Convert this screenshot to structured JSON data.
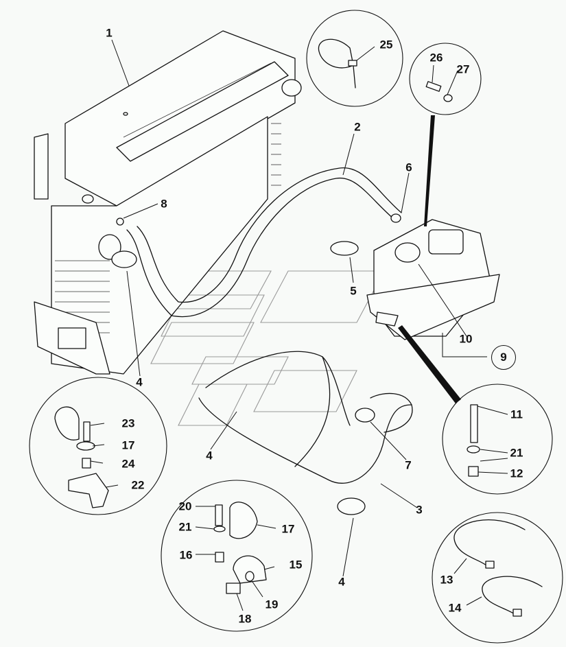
{
  "diagram": {
    "title": "",
    "type": "exploded parts diagram",
    "subject": "Radiator, coolant hoses and expansion tank",
    "callouts": {
      "c1": "1",
      "c2": "2",
      "c3": "3",
      "c4a": "4",
      "c4b": "4",
      "c4c": "4",
      "c5": "5",
      "c6": "6",
      "c7": "7",
      "c8": "8",
      "c9": "9",
      "c10": "10",
      "c11": "11",
      "c12": "12",
      "c13": "13",
      "c14": "14",
      "c15": "15",
      "c16": "16",
      "c17a": "17",
      "c17b": "17",
      "c18": "18",
      "c19": "19",
      "c20": "20",
      "c21a": "21",
      "c21b": "21",
      "c22": "22",
      "c23": "23",
      "c24": "24",
      "c25": "25",
      "c26": "26",
      "c27": "27"
    },
    "detail_views": [
      {
        "name": "cable-tie-detail",
        "parts": [
          "25"
        ]
      },
      {
        "name": "bolt-washer-detail",
        "parts": [
          "26",
          "27"
        ]
      },
      {
        "name": "clamp-bracket-detail-left",
        "parts": [
          "23",
          "17",
          "24",
          "22"
        ]
      },
      {
        "name": "clamp-bracket-detail-center",
        "parts": [
          "20",
          "21",
          "16",
          "17",
          "15",
          "19",
          "18"
        ]
      },
      {
        "name": "tank-mount-detail",
        "parts": [
          "11",
          "21",
          "12"
        ]
      },
      {
        "name": "strap-detail",
        "parts": [
          "13",
          "14"
        ]
      }
    ]
  }
}
